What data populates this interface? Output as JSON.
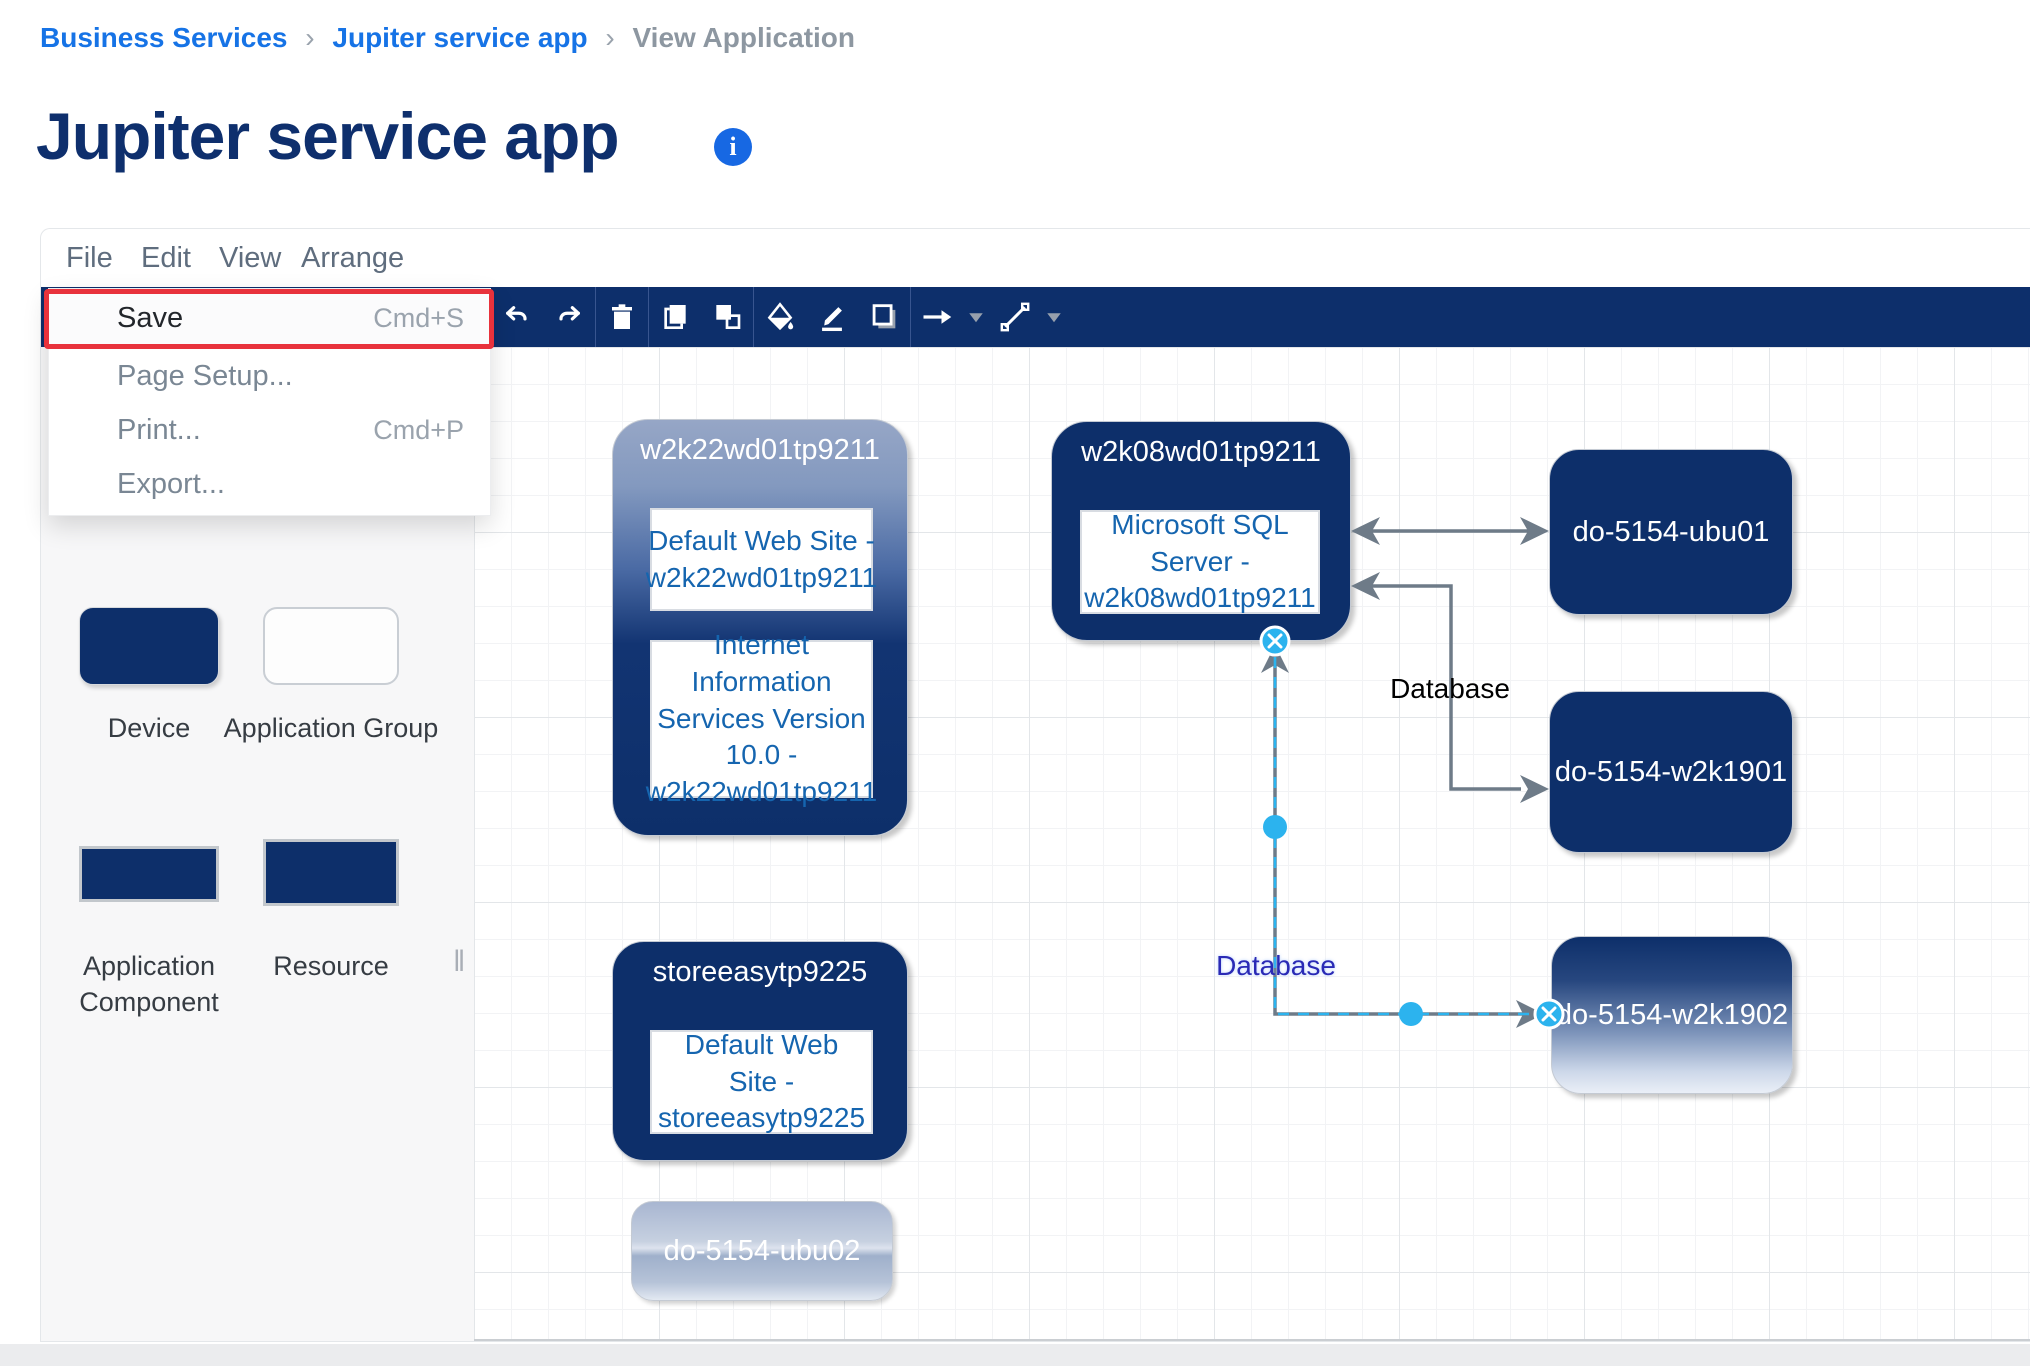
{
  "breadcrumb": {
    "separator": "›",
    "items": [
      {
        "label": "Business Services"
      },
      {
        "label": "Jupiter service app"
      },
      {
        "label": "View Application"
      }
    ]
  },
  "page": {
    "title": "Jupiter service app",
    "info_icon": "info-icon",
    "info_glyph": "i"
  },
  "menu_bar": {
    "items": [
      "File",
      "Edit",
      "View",
      "Arrange"
    ]
  },
  "file_menu": {
    "items": [
      {
        "label": "Save",
        "shortcut": "Cmd+S",
        "highlighted": true
      },
      {
        "label": "Page Setup...",
        "shortcut": ""
      },
      {
        "label": "Print...",
        "shortcut": "Cmd+P"
      },
      {
        "label": "Export...",
        "shortcut": ""
      }
    ]
  },
  "toolbar": {
    "icons": [
      "undo-icon",
      "redo-icon",
      "delete-icon",
      "bring-to-front-icon",
      "send-to-back-icon",
      "fill-color-icon",
      "edit-style-icon",
      "shadow-icon",
      "connection-arrow-icon",
      "connection-arrow-caret-icon",
      "connector-line-icon",
      "connector-line-caret-icon"
    ],
    "background": "#0d2f6b"
  },
  "palette": {
    "items": [
      {
        "label": "Device",
        "shape": "rounded-filled"
      },
      {
        "label": "Application Group",
        "shape": "rounded-outline"
      },
      {
        "label": "Application Component",
        "shape": "rect-filled"
      },
      {
        "label": "Resource",
        "shape": "rect-filled"
      }
    ],
    "resize_handle": "‖"
  },
  "canvas": {
    "containers": [
      {
        "title": "w2k22wd01tp9211",
        "children": [
          "Default Web Site - w2k22wd01tp9211",
          "Internet Information Services Version 10.0 - w2k22wd01tp9211"
        ]
      },
      {
        "title": "w2k08wd01tp9211",
        "children": [
          "Microsoft SQL Server - w2k08wd01tp9211"
        ]
      },
      {
        "title": "storeeasytp9225",
        "children": [
          "Default Web Site - storeeasytp9225"
        ]
      }
    ],
    "nodes": [
      {
        "label": "do-5154-ubu01"
      },
      {
        "label": "do-5154-w2k1901"
      },
      {
        "label": "do-5154-w2k1902"
      },
      {
        "label": "do-5154-ubu02"
      }
    ],
    "edges": [
      {
        "label": "",
        "from": "w2k08wd01tp9211",
        "to": "do-5154-ubu01",
        "style": "double-arrow"
      },
      {
        "label": "Database",
        "from": "w2k08wd01tp9211",
        "to": "do-5154-w2k1901",
        "style": "double-arrow-elbow"
      },
      {
        "label": "Database",
        "from": "w2k08wd01tp9211",
        "to": "do-5154-w2k1902",
        "style": "elbow",
        "selected": true
      }
    ]
  },
  "colors": {
    "navy": "#0d2f6a",
    "toolbar": "#0d2f6b",
    "breadcrumb_link": "#1673e6",
    "title": "#0e2f6d",
    "edge_gray": "#6e7b88",
    "selection_cyan": "#2cb3ee",
    "highlight_red": "#e8323c",
    "inner_text_blue": "#1565af",
    "edge_label_blue": "#2a2ab5"
  }
}
